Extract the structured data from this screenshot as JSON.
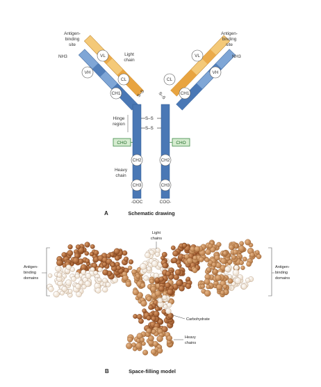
{
  "panel_a": {
    "letter": "A",
    "title": "Schematic drawing",
    "left_site": [
      "Antigen-",
      "binding",
      "site"
    ],
    "right_site": [
      "Antigen-",
      "binding",
      "site"
    ],
    "nh3_left": "NH3",
    "nh3_right": "NH3",
    "light_chain": [
      "Light",
      "chain"
    ],
    "hinge": [
      "Hinge",
      "region"
    ],
    "heavy_chain": [
      "Heavy",
      "chain"
    ],
    "cho_left": "CHO",
    "cho_right": "CHO",
    "coo_left": "-OOC",
    "coo_right": "COO-",
    "domains": {
      "vl": "VL",
      "vh": "VH",
      "cl": "CL",
      "ch1": "CH1",
      "ch2": "CH2",
      "ch3": "CH3"
    },
    "disulfide": "S–S",
    "colors": {
      "heavy": "#4a78b5",
      "heavy_light": "#7fa6d6",
      "light": "#e8a440",
      "light_pale": "#f4c978",
      "cho_fill": "#d6ecd0",
      "cho_stroke": "#3c8a46"
    }
  },
  "panel_b": {
    "letter": "B",
    "title": "Space-filling model",
    "light_chains": [
      "Light",
      "chains"
    ],
    "left_domains": [
      "Antigen-",
      "binding",
      "domains"
    ],
    "right_domains": [
      "Antigen-",
      "binding",
      "domains"
    ],
    "carbohydrate": "Carbohydrate",
    "heavy_chains": [
      "Heavy",
      "chains"
    ],
    "colors": {
      "dark": "#a35a2a",
      "mid": "#c98a55",
      "light": "#fbf3ea"
    }
  }
}
